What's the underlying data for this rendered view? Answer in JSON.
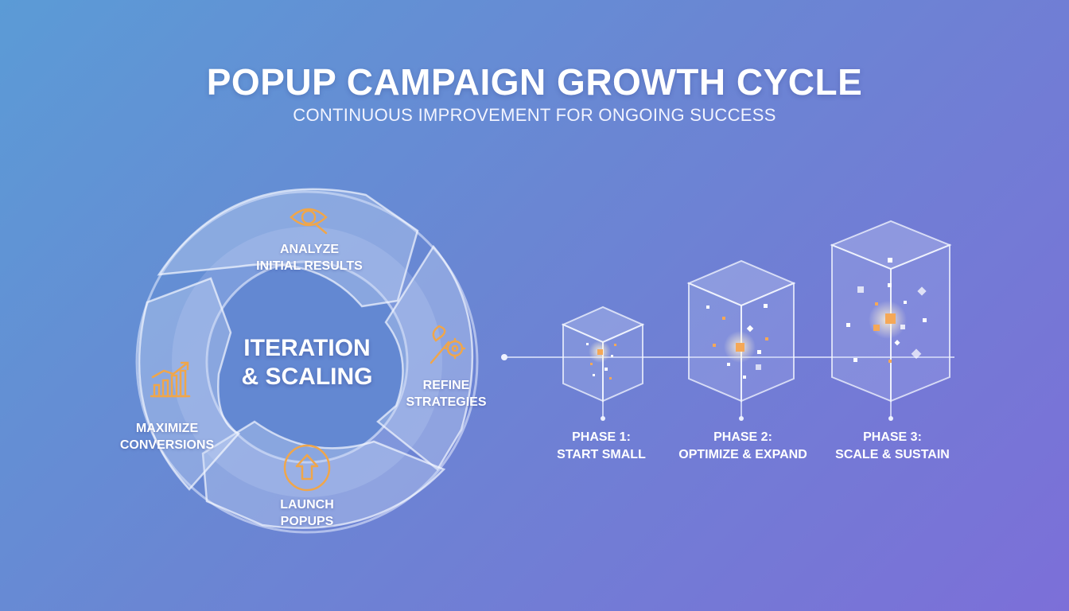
{
  "title": "POPUP CAMPAIGN GROWTH CYCLE",
  "subtitle": "CONTINUOUS IMPROVEMENT FOR ONGOING SUCCESS",
  "cycle": {
    "center": {
      "line1": "ITERATION",
      "line2": "& SCALING"
    },
    "steps": [
      {
        "line1": "ANALYZE",
        "line2": "INITIAL RESULTS",
        "icon": "magnifier-eye-icon"
      },
      {
        "line1": "REFINE",
        "line2": "STRATEGIES",
        "icon": "wrench-gear-icon"
      },
      {
        "line1": "LAUNCH",
        "line2": "POPUPS",
        "icon": "upload-arrow-icon"
      },
      {
        "line1": "MAXIMIZE",
        "line2": "CONVERSIONS",
        "icon": "growth-chart-icon"
      }
    ]
  },
  "phases": [
    {
      "line1": "PHASE 1:",
      "line2": "START SMALL"
    },
    {
      "line1": "PHASE 2:",
      "line2": "OPTIMIZE & EXPAND"
    },
    {
      "line1": "PHASE 3:",
      "line2": "SCALE & SUSTAIN"
    }
  ],
  "colors": {
    "background_start": "#5b9bd6",
    "background_end": "#7c6fd8",
    "icon_accent": "#f0a64a",
    "text": "#ffffff"
  }
}
